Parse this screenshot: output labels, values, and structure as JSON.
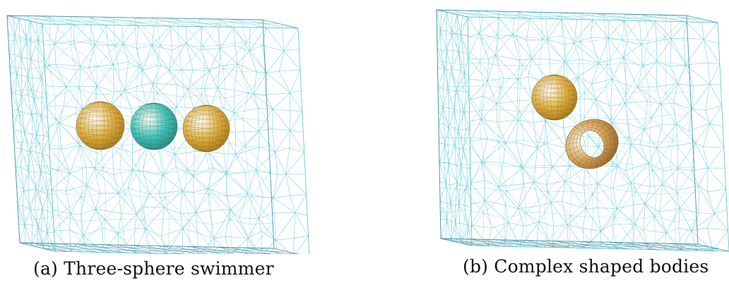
{
  "figure": {
    "panels": [
      {
        "id": "a",
        "caption": "(a) Three-sphere swimmer"
      },
      {
        "id": "b",
        "caption": "(b) Complex shaped bodies"
      }
    ]
  },
  "colors": {
    "mesh": "#5fc6d4",
    "mesh_dark": "#3a8fa0",
    "body_gold": "#e2b341",
    "body_cyan": "#3fc8c0",
    "wire": "#5a4a2a"
  }
}
